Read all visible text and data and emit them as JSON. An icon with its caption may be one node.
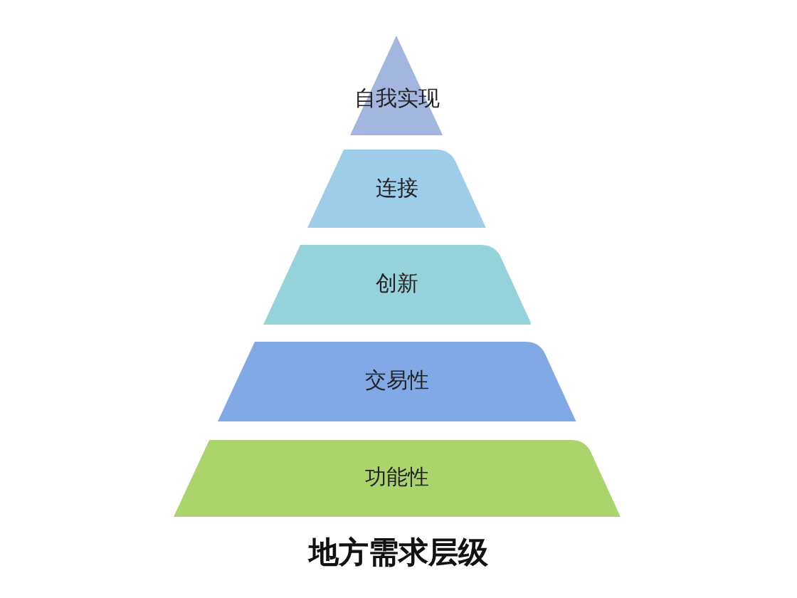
{
  "diagram": {
    "title": "地方需求层级",
    "nodes": [
      {
        "text": [
          "自我实现"
        ]
      },
      {
        "text": [
          "连接"
        ]
      },
      {
        "text": [
          "创新"
        ]
      },
      {
        "text": [
          "交易性"
        ]
      },
      {
        "text": [
          "功能性"
        ]
      }
    ]
  }
}
